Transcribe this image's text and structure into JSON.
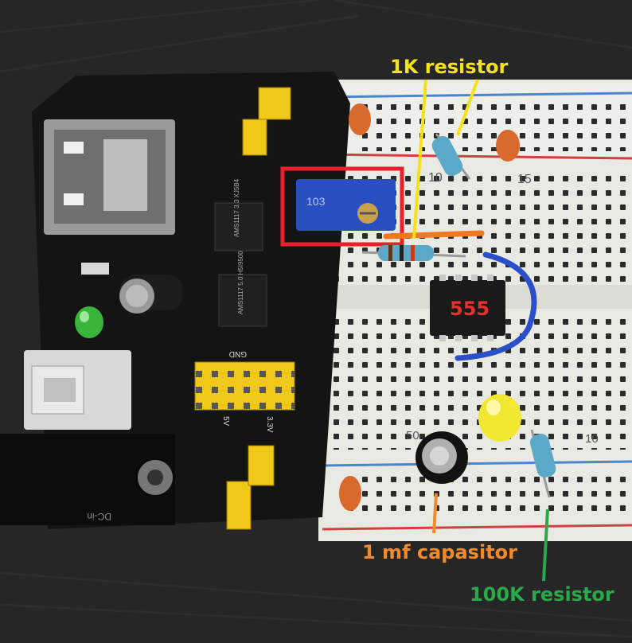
{
  "photo": {
    "components": {
      "ic_label": "555",
      "regulator_1": "AMS1117 3.3 XJ5B4",
      "regulator_2": "AMS1117 5.0 H5I9500",
      "pin_gnd": "GND",
      "pin_5v": "5V",
      "pin_33v": "3.3V",
      "pot_marking": "103",
      "dc_label": "DC-in",
      "row_numbers": [
        "10",
        "15",
        "50",
        "10"
      ]
    },
    "annotations": {
      "resistor_1k": "1K resistor",
      "capacitor": "1 mf capasitor",
      "resistor_100k": "100K resistor"
    },
    "colors": {
      "label_yellow": "#f5e21a",
      "label_orange": "#f08a2a",
      "label_green": "#2aa84a",
      "highlight_box": "#e8202a",
      "ic_text": "#e53030"
    }
  }
}
